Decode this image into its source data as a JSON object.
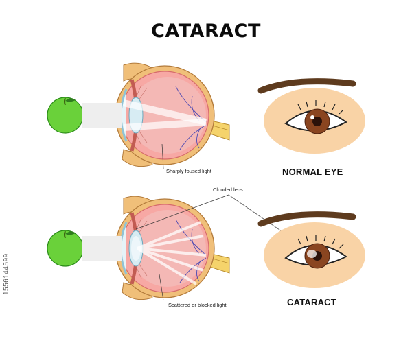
{
  "title": "CATARACT",
  "captions": {
    "normal_eye": "NORMAL EYE",
    "cataract_eye": "CATARACT"
  },
  "annotations": {
    "sharply_focused": "Sharply foused light",
    "clouded_lens": "Clouded lens",
    "scattered_light": "Scattered or blocked light"
  },
  "stock_id": "1556144599",
  "colors": {
    "apple": "#6ad13a",
    "eyeball_interior": "#f2a4a2",
    "sclera_outline": "#f0bf79",
    "skin": "#f9d3a6",
    "iris": "#8a4520",
    "brow": "#5e3b1e",
    "light_beam": "#e6e6e6"
  }
}
